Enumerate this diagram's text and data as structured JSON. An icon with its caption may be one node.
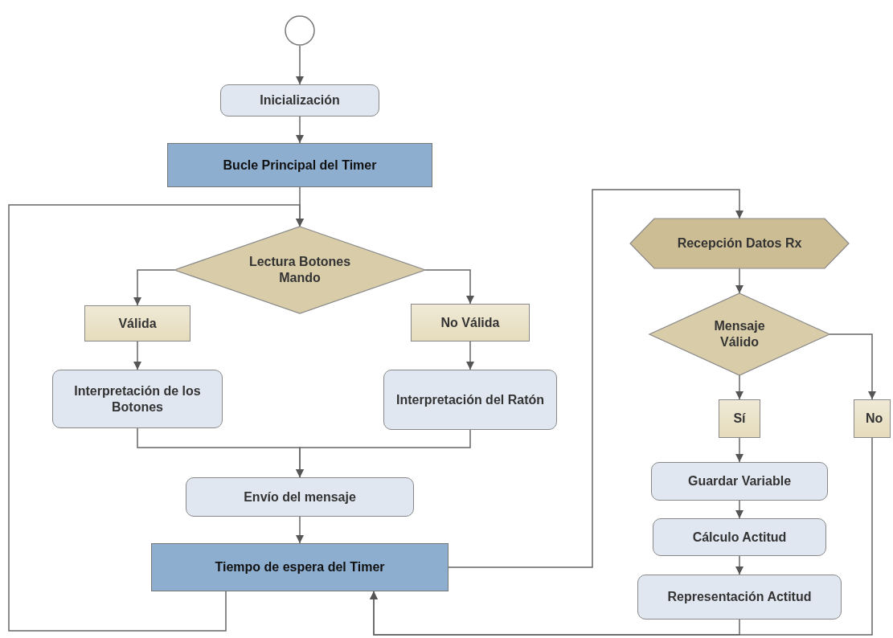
{
  "diagram": {
    "nodes": [
      {
        "text": [],
        "shape": "circle"
      },
      {
        "text": [
          "Inicialización"
        ]
      },
      {
        "text": [
          "Bucle Principal del Timer"
        ]
      },
      {
        "text": [
          "Lectura Botones Mando"
        ]
      },
      {
        "text": [
          "Válida"
        ]
      },
      {
        "text": [
          "No Válida"
        ]
      },
      {
        "text": [
          "Interpretación de los Botones"
        ]
      },
      {
        "text": [
          "Interpretación del Ratón"
        ]
      },
      {
        "text": [
          "Envío del mensaje"
        ]
      },
      {
        "text": [
          "Tiempo de espera del Timer"
        ]
      },
      {
        "text": [
          "Recepción Datos Rx"
        ]
      },
      {
        "text": [
          "Mensaje Válido"
        ]
      },
      {
        "text": [
          "Sí"
        ]
      },
      {
        "text": [
          "No"
        ]
      },
      {
        "text": [
          "Guardar Variable"
        ]
      },
      {
        "text": [
          "Cálculo Actitud"
        ]
      },
      {
        "text": [
          "Representación Actitud"
        ]
      }
    ],
    "edges": [
      {
        "from": 0,
        "to": 1,
        "arrow": "to"
      },
      {
        "from": 1,
        "to": 2,
        "arrow": "to"
      },
      {
        "from": 2,
        "to": 3,
        "arrow": "to"
      },
      {
        "from": 3,
        "to": 4,
        "arrow": "to"
      },
      {
        "from": 3,
        "to": 5,
        "arrow": "to"
      },
      {
        "from": 4,
        "to": 6,
        "arrow": "to"
      },
      {
        "from": 5,
        "to": 7,
        "arrow": "to"
      },
      {
        "from": 6,
        "to": 8,
        "arrow": "to"
      },
      {
        "from": 7,
        "to": 8,
        "arrow": "to"
      },
      {
        "from": 8,
        "to": 9,
        "arrow": "to"
      },
      {
        "from": 9,
        "to": 3,
        "arrow": "to"
      },
      {
        "from": 9,
        "to": 10,
        "arrow": "to"
      },
      {
        "from": 10,
        "to": 11,
        "arrow": "to"
      },
      {
        "from": 11,
        "to": 12,
        "arrow": "to"
      },
      {
        "from": 11,
        "to": 13,
        "arrow": "to"
      },
      {
        "from": 12,
        "to": 14,
        "arrow": "to"
      },
      {
        "from": 14,
        "to": 15,
        "arrow": "to"
      },
      {
        "from": 15,
        "to": 16,
        "arrow": "to"
      },
      {
        "from": 16,
        "to": 9,
        "arrow": "to"
      },
      {
        "from": 13,
        "to": 9,
        "arrow": "to"
      }
    ]
  }
}
